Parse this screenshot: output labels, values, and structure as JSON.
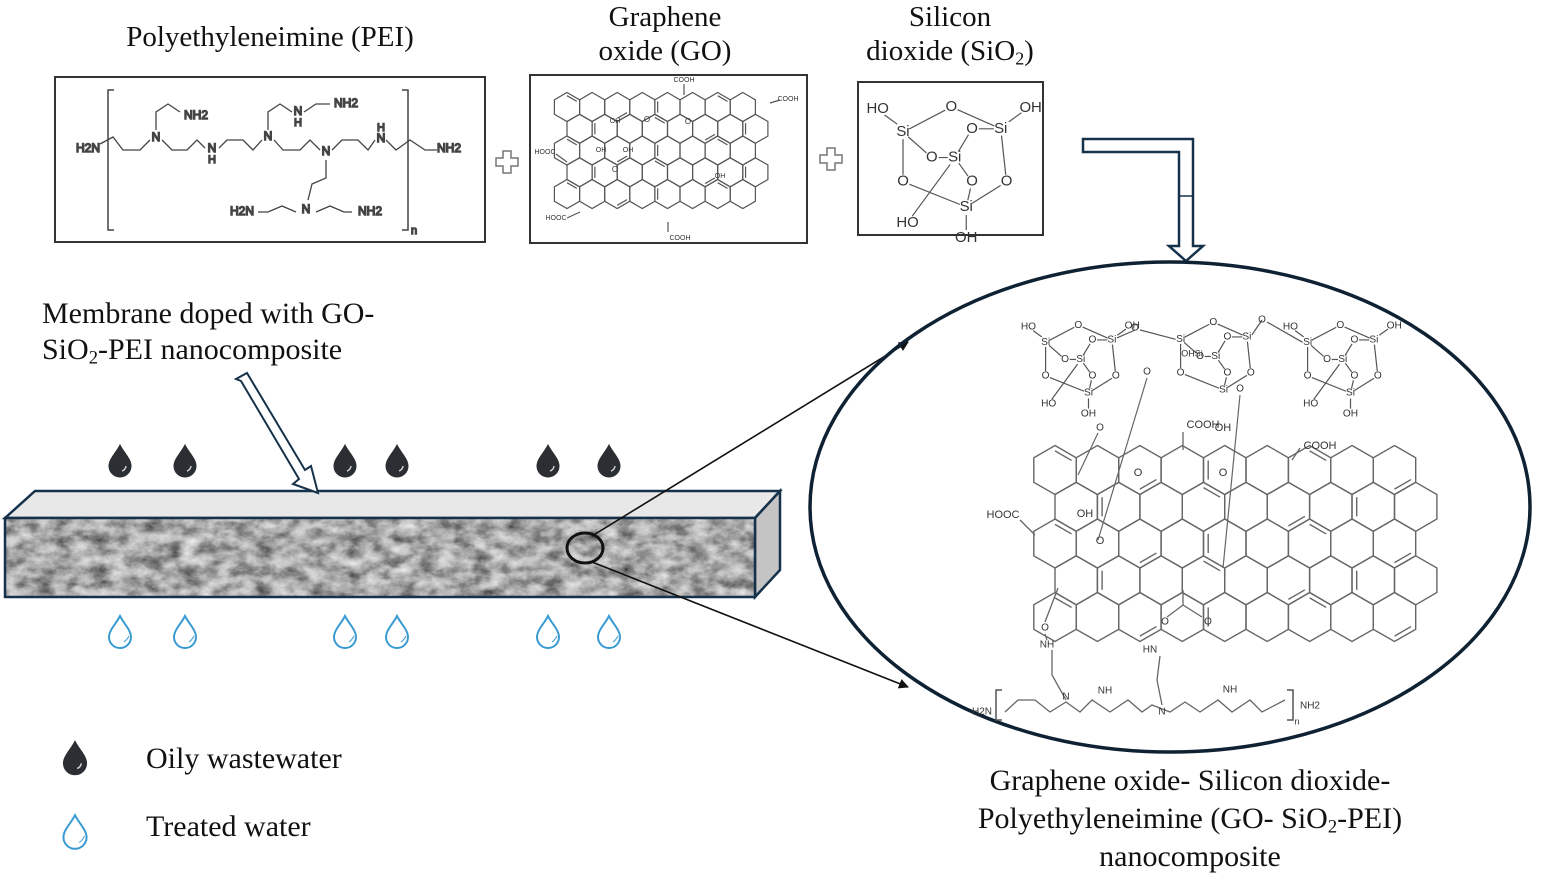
{
  "figure": {
    "reactants": [
      {
        "id": "pei",
        "title": "Polyethyleneimine (PEI)",
        "repeat_subscript": "n",
        "atom_labels": {
          "end_left": "H2N",
          "end_right": "NH2",
          "nh2": "NH2",
          "n": "N",
          "nh": "H"
        }
      },
      {
        "id": "go",
        "title_line1": "Graphene",
        "title_line2": "oxide (GO)",
        "groups": {
          "carboxyl": "COOH",
          "carboxyl_left": "HOOC",
          "hydroxyl": "OH",
          "epoxide": "O"
        }
      },
      {
        "id": "sio2",
        "title_line1": "Silicon",
        "title_line2_pre": "dioxide (SiO",
        "title_line2_sub": "2",
        "title_line2_post": ")",
        "atoms": {
          "si": "Si",
          "o": "O",
          "oh": "OH",
          "ho": "HO"
        }
      }
    ],
    "operators": [
      "+",
      "+"
    ],
    "membrane": {
      "label_line1": "Membrane doped with GO-",
      "label_line2_pre": "SiO",
      "label_line2_sub": "2",
      "label_line2_post": "-PEI nanocomposite",
      "oil_drops_above": 6,
      "water_drops_below": 6
    },
    "legend": [
      {
        "icon": "oil-drop-icon",
        "label": "Oily wastewater",
        "color": "#2b2e33"
      },
      {
        "icon": "water-drop-icon",
        "label": "Treated water",
        "color": "#3a9bd2"
      }
    ],
    "nanocomposite": {
      "caption_line1": "Graphene oxide- Silicon dioxide-",
      "caption_line2_pre": "Polyethyleneimine (GO- SiO",
      "caption_line2_sub": "2",
      "caption_line2_post": "-PEI)",
      "caption_line3": "nanocomposite",
      "labels": {
        "cooh": "COOH",
        "hooc": "HOOC",
        "oh": "OH",
        "ho": "HO",
        "o": "O",
        "si": "Si",
        "nh": "NH",
        "hn": "HN",
        "n": "N",
        "h2n": "H2N",
        "nh2": "NH2",
        "n_sub": "n",
        "ohsi": "OHSi"
      }
    },
    "colors": {
      "outline_navy": "#16324a",
      "oil": "#2b2e33",
      "water": "#3a9bd2",
      "slab_top": "#e8e8e8",
      "slab_side": "#c9c9c9",
      "chem_line": "#555555"
    }
  }
}
